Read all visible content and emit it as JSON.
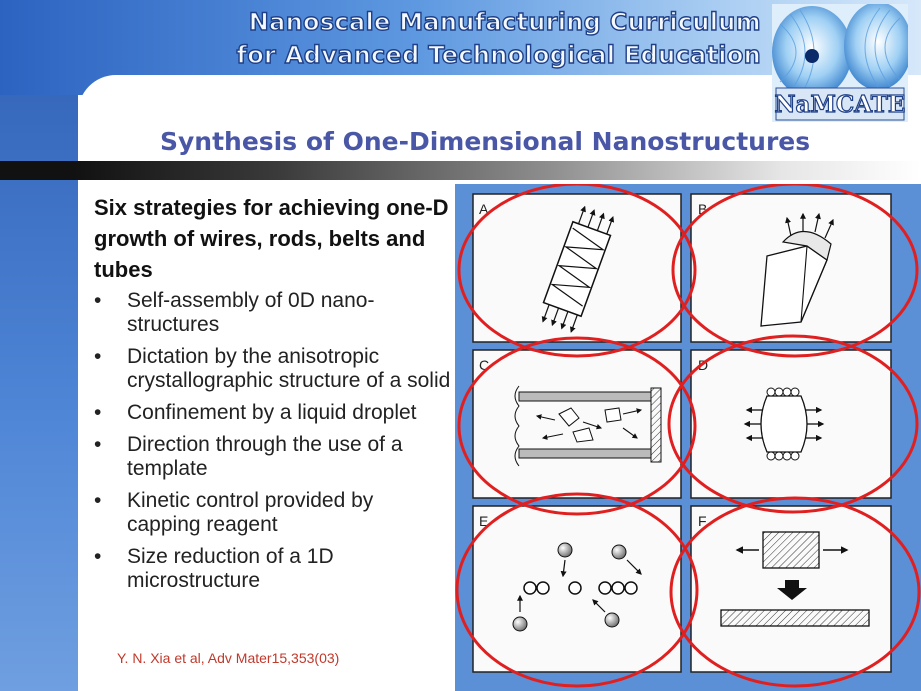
{
  "header": {
    "line1": "Nanoscale Manufacturing Curriculum",
    "line2": "for Advanced Technological Education",
    "logo_text": "NaMCATE"
  },
  "slide": {
    "title": "Synthesis of One-Dimensional  Nanostructures",
    "intro": "Six strategies for achieving one-D growth of wires, rods, belts and tubes",
    "bullet_symbol": "•",
    "bullets": [
      "Self-assembly of 0D nano-structures",
      "Dictation by the anisotropic crystallographic structure of a solid",
      "Confinement by a liquid droplet",
      "Direction through the use of a template",
      "Kinetic control provided by capping reagent",
      "Size reduction of a 1D microstructure"
    ],
    "citation": "Y. N. Xia et al, Adv  Mater15,353(03)"
  },
  "figure": {
    "panel_labels": [
      "A",
      "B",
      "C",
      "D",
      "E",
      "F"
    ]
  },
  "colors": {
    "header_blue": "#2c63c1",
    "title": "#4a57a6",
    "citation": "#c0392b",
    "circle": "#e02020",
    "figure_bg": "#5b8fd6"
  }
}
